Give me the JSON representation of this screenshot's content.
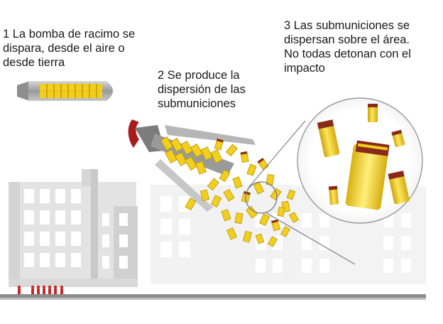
{
  "steps": [
    {
      "lines": [
        "1 La bomba de racimo se",
        "dispara, desde el aire o",
        "desde tierra"
      ]
    },
    {
      "lines": [
        "2 Se produce la",
        "dispersión de las",
        "submuniciones"
      ]
    },
    {
      "lines": [
        "3 Las submuniciones se",
        "dispersan sobre el área.",
        "No todas detonan con el",
        "impacto"
      ]
    }
  ],
  "colors": {
    "submunition_yellow": "#f2cf1d",
    "submunition_dark": "#b8940a",
    "submunition_band": "#8a2a1a",
    "building_light": "#eeeeee",
    "building_mid": "#c9c9c9",
    "ground": "#8c8c8c",
    "people_red": "#c62828",
    "ribbon_red": "#a91c1c",
    "bomb_gray": "#a9a9a9"
  },
  "icons": [
    "cluster-bomb-icon",
    "opened-bomb-icon",
    "submunition-icon",
    "person-icon",
    "magnifier-circle-icon"
  ]
}
